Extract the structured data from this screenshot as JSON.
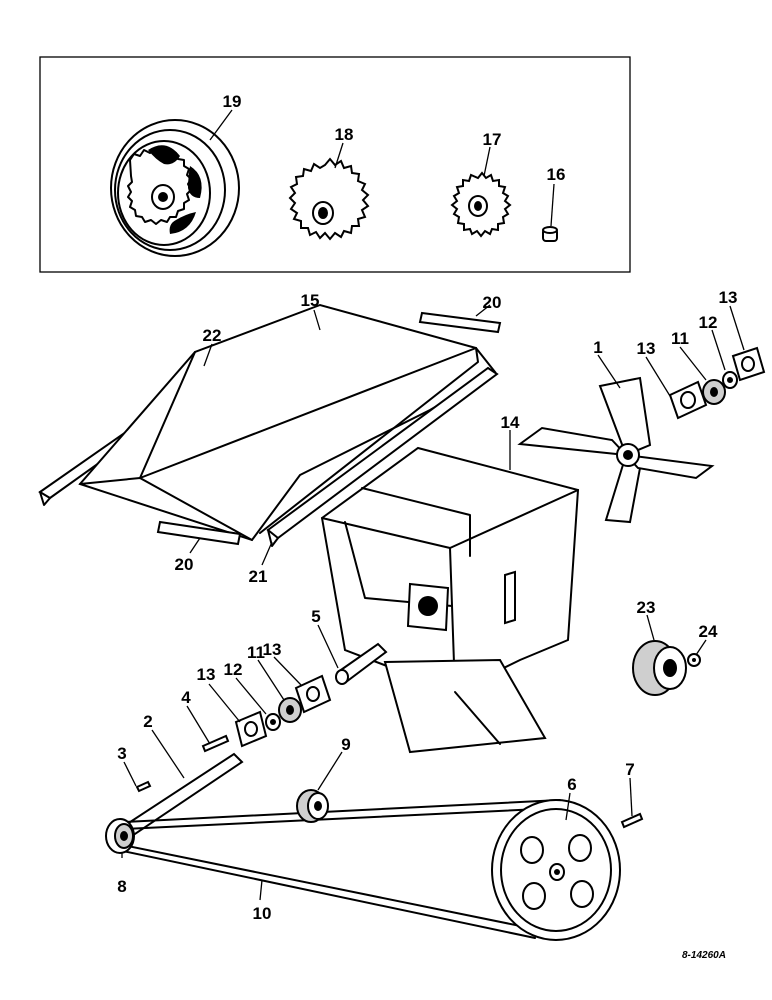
{
  "callouts": {
    "c1": "1",
    "c2": "2",
    "c3": "3",
    "c4": "4",
    "c5": "5",
    "c6": "6",
    "c7": "7",
    "c8": "8",
    "c9": "9",
    "c10": "10",
    "c11a": "11",
    "c11b": "11",
    "c12a": "12",
    "c12b": "12",
    "c13a": "13",
    "c13b": "13",
    "c13c": "13",
    "c13d": "13",
    "c14": "14",
    "c15": "15",
    "c16": "16",
    "c17": "17",
    "c18": "18",
    "c19": "19",
    "c20a": "20",
    "c20b": "20",
    "c21": "21",
    "c22": "22",
    "c23": "23",
    "c24": "24"
  },
  "reference": "8-14260A"
}
